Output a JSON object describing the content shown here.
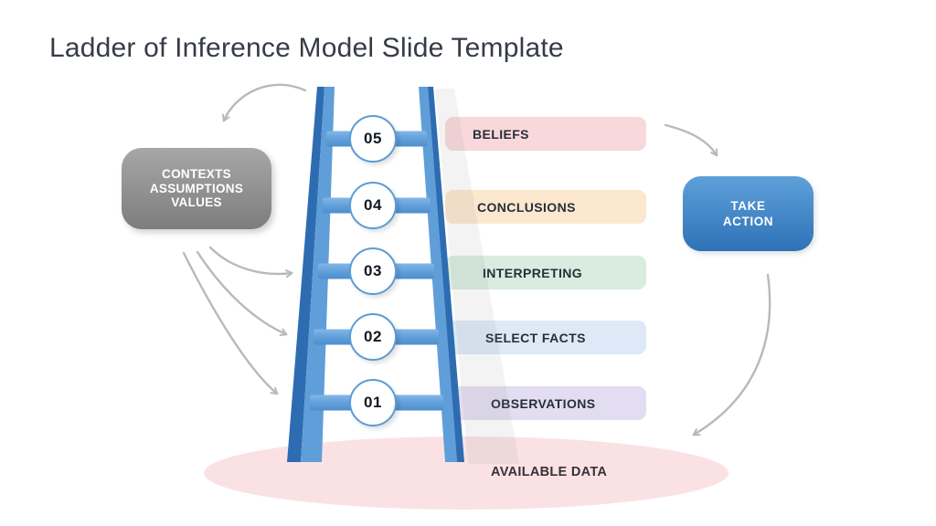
{
  "slide": {
    "title": "Ladder of Inference Model Slide Template"
  },
  "left_box": {
    "lines": [
      "CONTEXTS",
      "ASSUMPTIONS",
      "VALUES"
    ]
  },
  "action_box": {
    "lines": [
      "TAKE",
      "ACTION"
    ]
  },
  "ladder": {
    "steps": [
      {
        "number": "05",
        "label": "BELIEFS",
        "band_color": "#f8d8db"
      },
      {
        "number": "04",
        "label": "CONCLUSIONS",
        "band_color": "#fce7cf"
      },
      {
        "number": "03",
        "label": "INTERPRETING",
        "band_color": "#d9ecdf"
      },
      {
        "number": "02",
        "label": "SELECT FACTS",
        "band_color": "#dde9f6"
      },
      {
        "number": "01",
        "label": "OBSERVATIONS",
        "band_color": "#e3ddf1"
      }
    ]
  },
  "base": {
    "label": "AVAILABLE DATA"
  },
  "colors": {
    "title-color": "#363c46",
    "band-text": "#272e39",
    "base-text": "#35323c",
    "ellipse-fill": "#fae2e4",
    "arrow-color": "#b9b9b9",
    "graybox-top": "#a7a7a7",
    "graybox-bottom": "#7d7d7d",
    "bluebox-top": "#5ea0d9",
    "bluebox-bottom": "#2e72b8",
    "ladder-light": "#5f9ed9",
    "ladder-dark": "#2e6cb2",
    "circle-border": "#5b9bd5",
    "number-color": "#111821"
  }
}
